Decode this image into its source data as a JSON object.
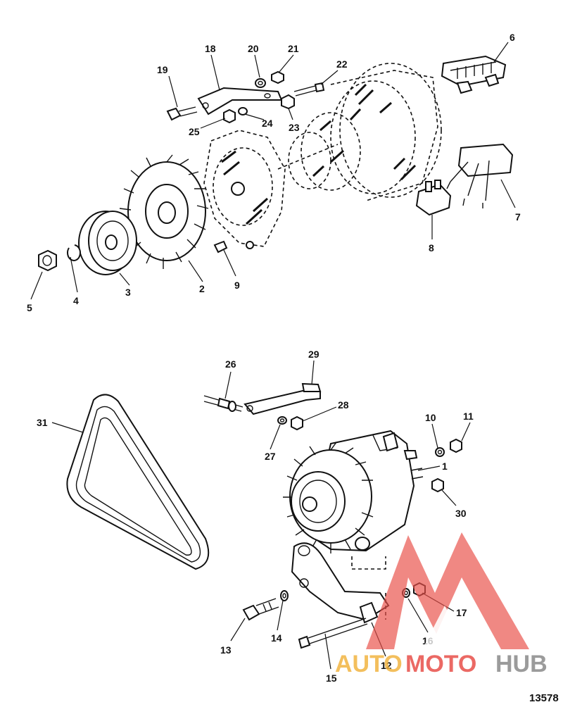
{
  "callouts": {
    "c1": "1",
    "c2": "2",
    "c3": "3",
    "c4": "4",
    "c5": "5",
    "c6": "6",
    "c7": "7",
    "c8": "8",
    "c9": "9",
    "c10": "10",
    "c11": "11",
    "c12": "12",
    "c13": "13",
    "c14": "14",
    "c15": "15",
    "c16": "16",
    "c17": "17",
    "c18": "18",
    "c19": "19",
    "c20": "20",
    "c21": "21",
    "c22": "22",
    "c23": "23",
    "c24": "24",
    "c25": "25",
    "c26": "26",
    "c27": "27",
    "c28": "28",
    "c29": "29",
    "c30": "30",
    "c31": "31"
  },
  "document_number": "13578",
  "watermark": {
    "part1": "AUTO",
    "part2": "MOTO",
    "part3": "HUB",
    "colors": {
      "auto": "#F2B441",
      "moto": "#E8504A",
      "hub": "#8A8A8A",
      "logo": "#E8504A"
    }
  }
}
